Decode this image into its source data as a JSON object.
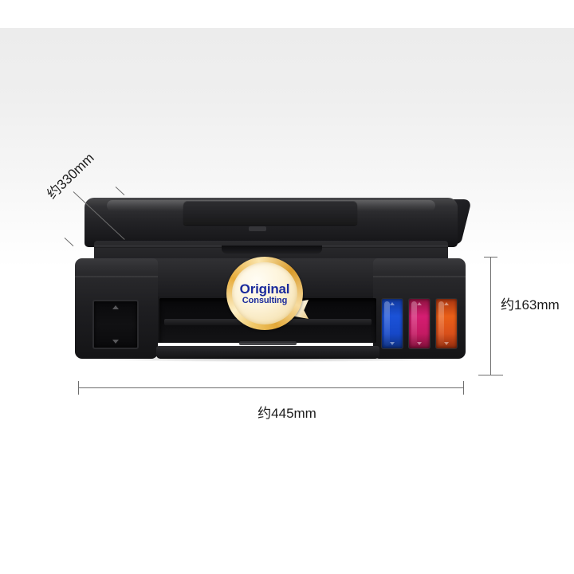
{
  "image": {
    "subject": "all-in-one inkjet printer with refillable ink tanks",
    "background_top_color": "#ffffff",
    "background_wash_color": "#ececec"
  },
  "dimensions": {
    "width": {
      "label": "约445mm",
      "name": "width-dimension",
      "orientation": "horizontal",
      "position": "bottom"
    },
    "height": {
      "label": "约163mm",
      "name": "height-dimension",
      "orientation": "vertical",
      "position": "right"
    },
    "depth": {
      "label": "约330mm",
      "name": "depth-dimension",
      "orientation": "diagonal",
      "position": "top-left"
    }
  },
  "watermark": {
    "line1": "Original",
    "line2": "Consulting",
    "text_color": "#1a2a9c",
    "seal_color": "#e8ad3c",
    "shape": "gold-ribbon-seal"
  },
  "printer": {
    "body_color": "#1b1b1e",
    "lid_name": "scanner-lid",
    "control_panel_name": "control-panel",
    "output_tray_name": "paper-output-tray",
    "black_tank": {
      "name": "black-ink-tank-window",
      "color": "#0a0a0c"
    },
    "color_tanks": [
      {
        "name": "cyan-ink-tank-window",
        "color": "#1648c8"
      },
      {
        "name": "magenta-ink-tank-window",
        "color": "#d01a6a"
      },
      {
        "name": "yellow-ink-tank-window",
        "color": "#e2571a"
      }
    ],
    "control_buttons": [
      {
        "name": "control-button-1",
        "type": "button"
      },
      {
        "name": "control-button-2",
        "type": "button"
      },
      {
        "name": "control-button-3",
        "type": "button"
      },
      {
        "name": "power-indicator",
        "type": "led-red"
      },
      {
        "name": "control-button-4",
        "type": "button"
      },
      {
        "name": "control-button-5",
        "type": "button"
      },
      {
        "name": "control-button-6",
        "type": "button-wide"
      },
      {
        "name": "control-button-7",
        "type": "button"
      }
    ]
  }
}
